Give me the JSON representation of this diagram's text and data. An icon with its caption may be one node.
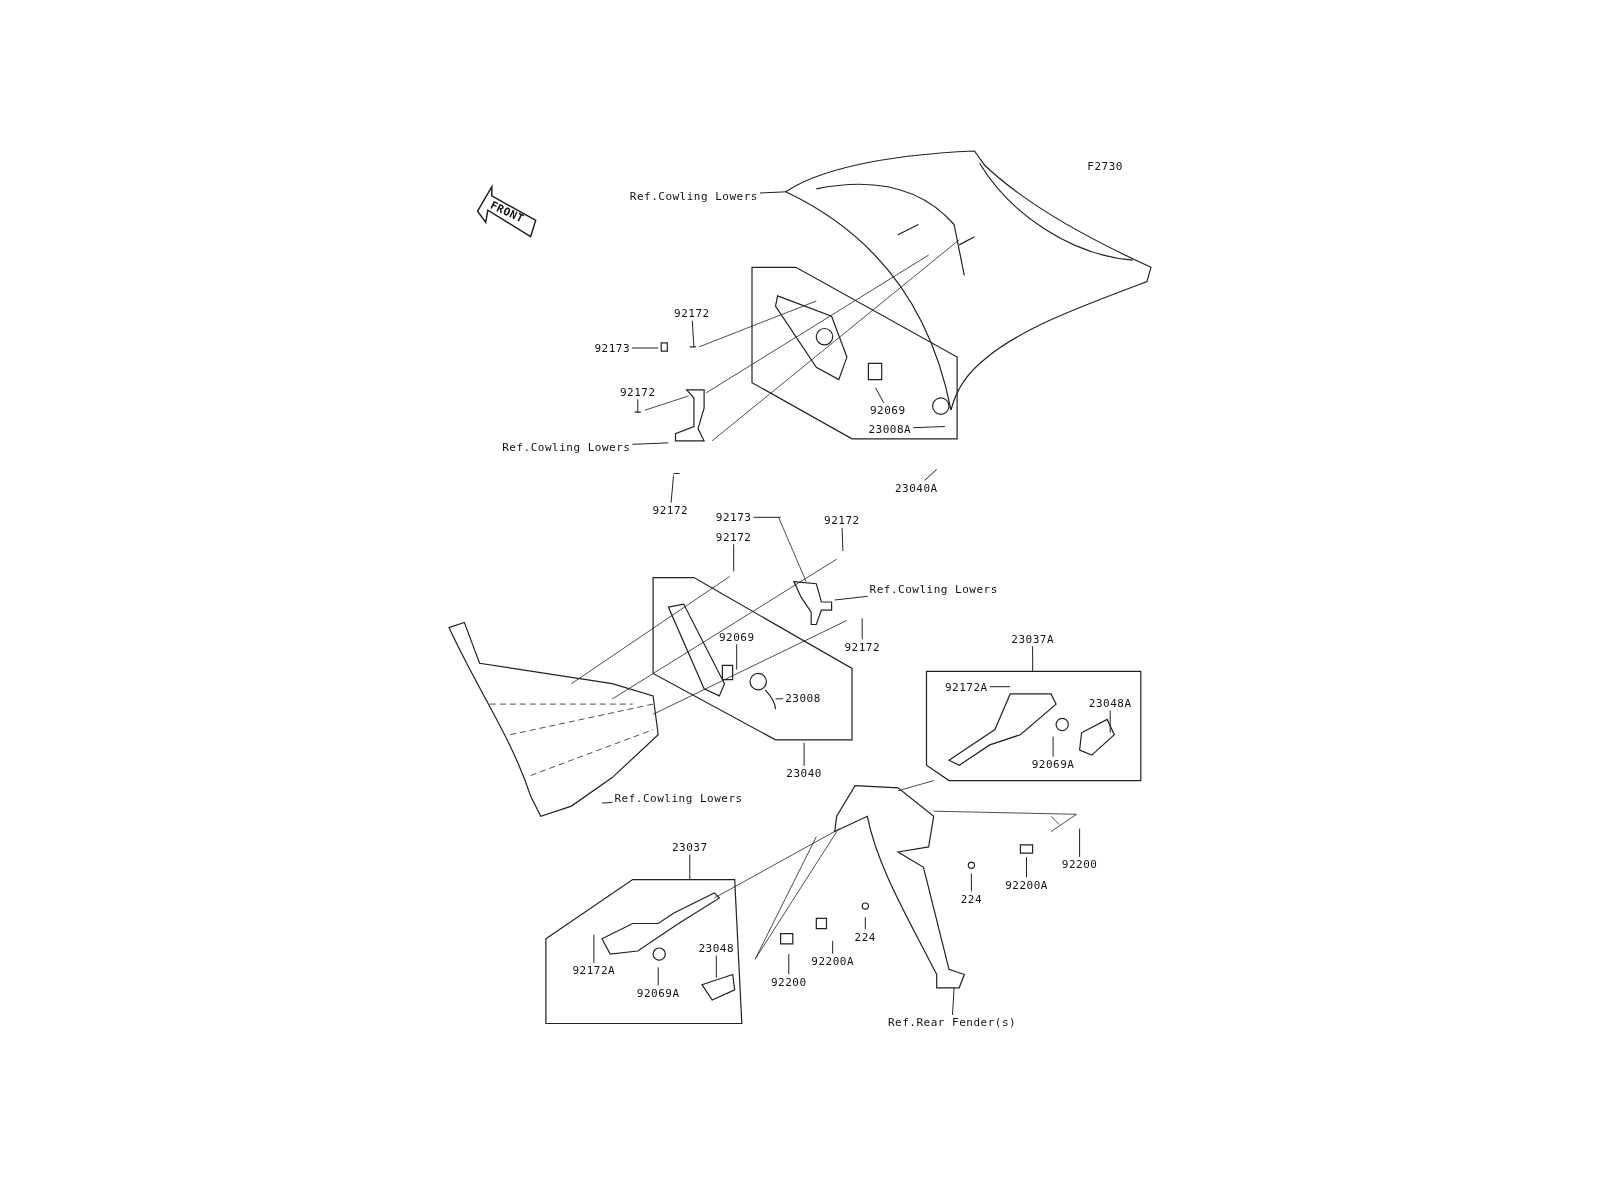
{
  "diagram": {
    "nodes": [
      {
        "text": [
          "Ref.Cowling Lowers"
        ]
      },
      {
        "text": [
          "92172"
        ]
      },
      {
        "text": [
          "92173"
        ]
      },
      {
        "text": [
          "92172"
        ]
      },
      {
        "text": [
          "Ref.Cowling Lowers"
        ]
      },
      {
        "text": [
          "92069"
        ]
      },
      {
        "text": [
          "23008A"
        ]
      },
      {
        "text": [
          "92172"
        ]
      },
      {
        "text": [
          "23040A"
        ]
      },
      {
        "text": [
          "92173"
        ]
      },
      {
        "text": [
          "92172"
        ]
      },
      {
        "text": [
          "92172"
        ]
      },
      {
        "text": [
          "Ref.Cowling Lowers"
        ]
      },
      {
        "text": [
          "92069"
        ]
      },
      {
        "text": [
          "92172"
        ]
      },
      {
        "text": [
          "23037A"
        ]
      },
      {
        "text": [
          "92172A"
        ]
      },
      {
        "text": [
          "23048A"
        ]
      },
      {
        "text": [
          "23008"
        ]
      },
      {
        "text": [
          "92069A"
        ]
      },
      {
        "text": [
          "23040"
        ]
      },
      {
        "text": [
          "Ref.Cowling Lowers"
        ]
      },
      {
        "text": [
          "23037"
        ]
      },
      {
        "text": [
          "92200"
        ]
      },
      {
        "text": [
          "92200A"
        ]
      },
      {
        "text": [
          "224"
        ]
      },
      {
        "text": [
          "224"
        ]
      },
      {
        "text": [
          "92172A"
        ]
      },
      {
        "text": [
          "23048"
        ]
      },
      {
        "text": [
          "92200A"
        ]
      },
      {
        "text": [
          "92200"
        ]
      },
      {
        "text": [
          "92069A"
        ]
      },
      {
        "text": [
          "Ref.Rear Fender(s)"
        ]
      }
    ],
    "edges": [
      {
        "from": 0,
        "to": null,
        "arrow": "none"
      },
      {
        "from": 1,
        "to": null,
        "arrow": "none"
      },
      {
        "from": 2,
        "to": null,
        "arrow": "none"
      },
      {
        "from": 3,
        "to": null,
        "arrow": "none"
      },
      {
        "from": 4,
        "to": null,
        "arrow": "none"
      },
      {
        "from": 5,
        "to": null,
        "arrow": "none"
      },
      {
        "from": 6,
        "to": null,
        "arrow": "none"
      },
      {
        "from": 7,
        "to": null,
        "arrow": "none"
      },
      {
        "from": 8,
        "to": null,
        "arrow": "none"
      },
      {
        "from": 9,
        "to": null,
        "arrow": "none"
      },
      {
        "from": 10,
        "to": null,
        "arrow": "none"
      },
      {
        "from": 11,
        "to": null,
        "arrow": "none"
      },
      {
        "from": 12,
        "to": null,
        "arrow": "none"
      },
      {
        "from": 13,
        "to": null,
        "arrow": "none"
      },
      {
        "from": 14,
        "to": null,
        "arrow": "none"
      },
      {
        "from": 15,
        "to": null,
        "arrow": "none"
      },
      {
        "from": 16,
        "to": null,
        "arrow": "none"
      },
      {
        "from": 17,
        "to": null,
        "arrow": "none"
      },
      {
        "from": 18,
        "to": null,
        "arrow": "none"
      },
      {
        "from": 19,
        "to": null,
        "arrow": "none"
      },
      {
        "from": 20,
        "to": null,
        "arrow": "none"
      },
      {
        "from": 21,
        "to": null,
        "arrow": "none"
      },
      {
        "from": 22,
        "to": null,
        "arrow": "none"
      },
      {
        "from": 23,
        "to": null,
        "arrow": "none"
      },
      {
        "from": 24,
        "to": null,
        "arrow": "none"
      },
      {
        "from": 25,
        "to": null,
        "arrow": "none"
      },
      {
        "from": 26,
        "to": null,
        "arrow": "none"
      },
      {
        "from": 27,
        "to": null,
        "arrow": "none"
      },
      {
        "from": 28,
        "to": null,
        "arrow": "none"
      },
      {
        "from": 29,
        "to": null,
        "arrow": "none"
      },
      {
        "from": 30,
        "to": null,
        "arrow": "none"
      },
      {
        "from": 31,
        "to": null,
        "arrow": "none"
      },
      {
        "from": 32,
        "to": null,
        "arrow": "none"
      }
    ],
    "labels": [
      "F2730",
      "FRONT"
    ]
  }
}
